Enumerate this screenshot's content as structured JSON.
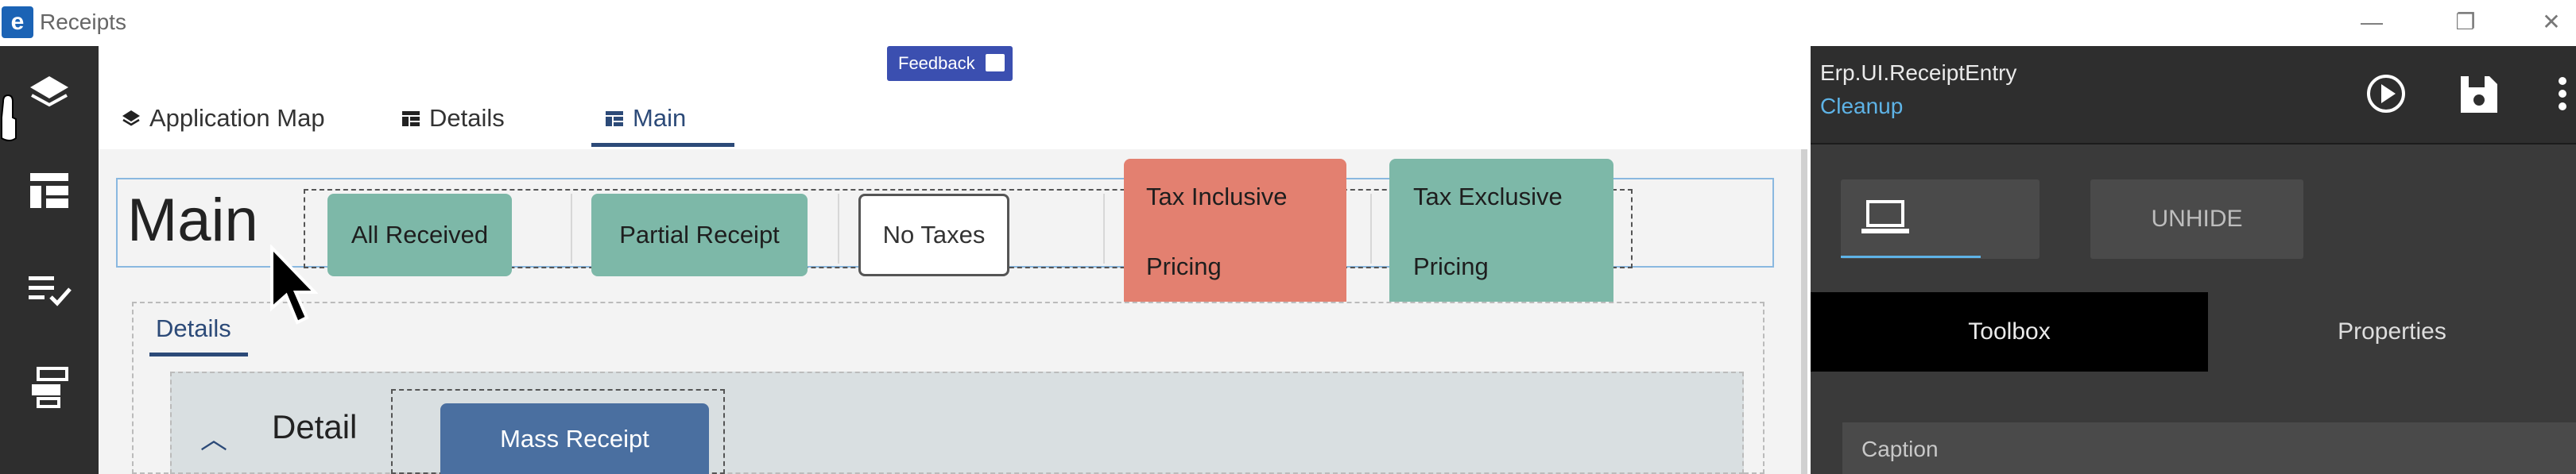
{
  "window": {
    "title": "Receipts",
    "logo_letter": "e",
    "controls": {
      "minimize": "—",
      "restore": "❐",
      "close": "✕"
    }
  },
  "leftnav": {
    "items": [
      {
        "icon": "layers-icon"
      },
      {
        "icon": "grid-layout-icon"
      },
      {
        "icon": "checklist-icon"
      },
      {
        "icon": "database-icon"
      }
    ]
  },
  "header": {
    "feedback_label": "Feedback",
    "tabs": [
      {
        "label": "Application Map",
        "icon": "layers-small-icon"
      },
      {
        "label": "Details",
        "icon": "table-icon"
      },
      {
        "label": "Main",
        "icon": "table-icon",
        "active": true
      }
    ]
  },
  "main_panel": {
    "title": "Main",
    "buttons": {
      "all_received": "All Received",
      "partial_receipt": "Partial Receipt",
      "no_taxes": "No Taxes",
      "tax_inclusive_1": "Tax Inclusive",
      "tax_inclusive_2": "Pricing",
      "tax_exclusive_1": "Tax Exclusive",
      "tax_exclusive_2": "Pricing"
    }
  },
  "details": {
    "tab_label": "Details",
    "group_title": "Detail",
    "mass_receipt_label": "Mass Receipt"
  },
  "right_panel": {
    "title": "Erp.UI.ReceiptEntry",
    "subtitle": "Cleanup",
    "unhide_label": "UNHIDE",
    "tabs": {
      "toolbox": "Toolbox",
      "properties": "Properties"
    },
    "caption_label": "Caption"
  },
  "colors": {
    "teal": "#7db8a8",
    "salmon": "#e38070",
    "navy": "#2c4a78",
    "mass_blue": "#4a6fa0",
    "link_blue": "#5eb3e6",
    "feedback_bg": "#3b4fb0"
  }
}
